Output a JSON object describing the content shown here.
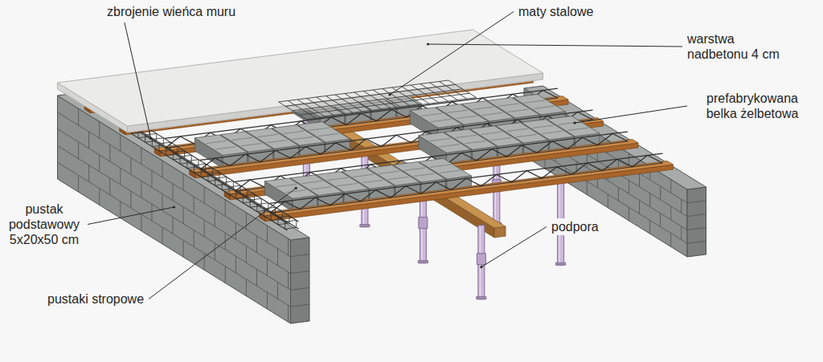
{
  "diagram": {
    "labels": [
      "zbrojenie wieńca muru",
      "maty stalowe",
      "warstwa nadbetonu 4 cm",
      "prefabrykowana belka żelbetowa",
      "pustak podstawowy 5x20x50 cm",
      "pustaki stropowe",
      "podpora"
    ]
  }
}
